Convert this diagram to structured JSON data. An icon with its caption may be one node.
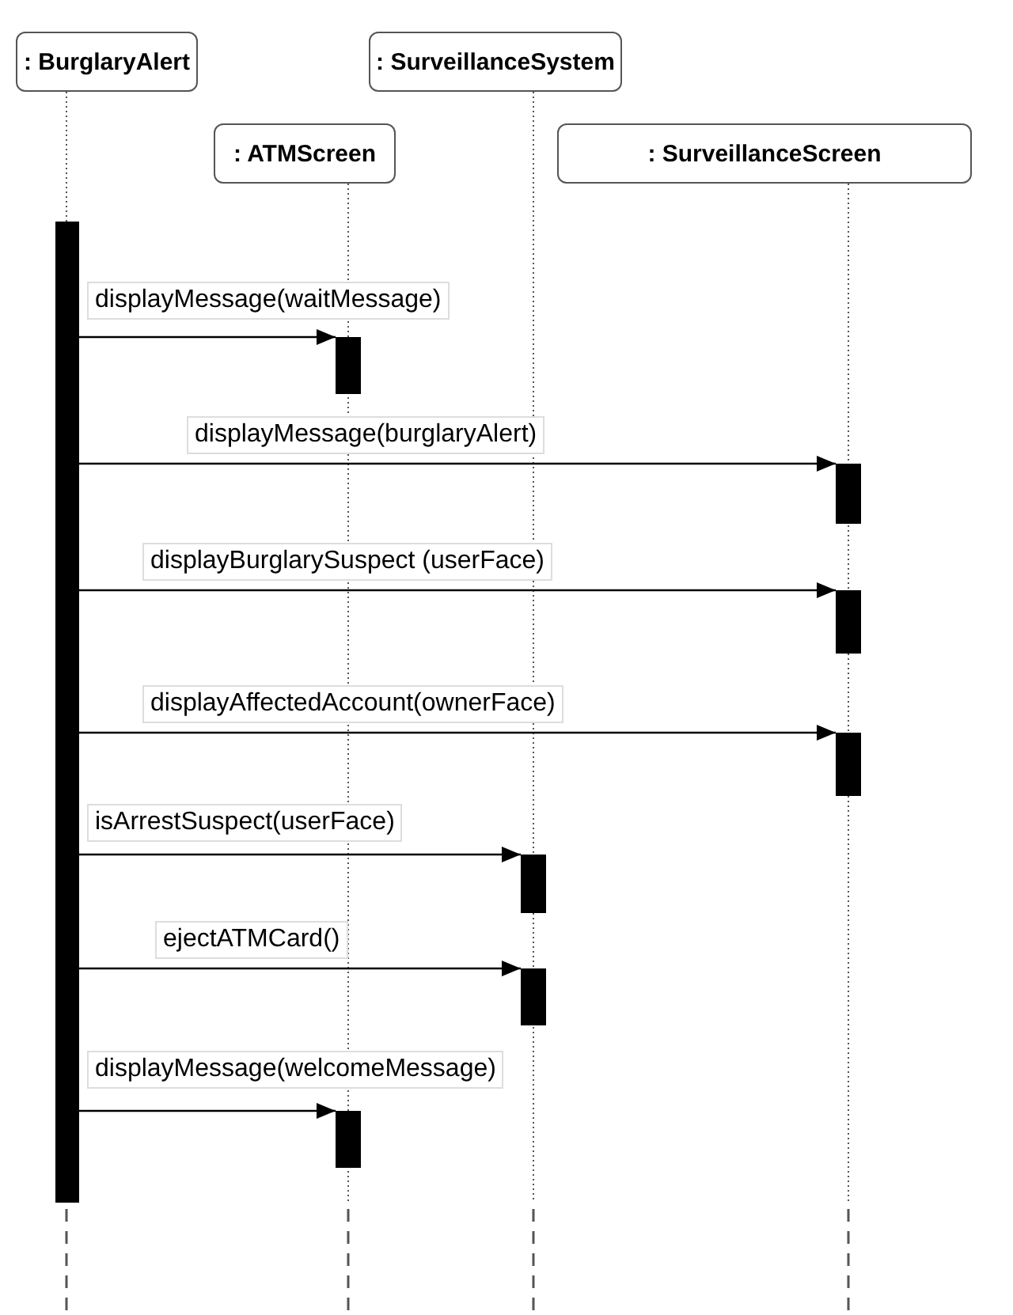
{
  "diagram": {
    "nodes": [
      {
        "text": [
          ": BurglaryAlert"
        ]
      },
      {
        "text": [
          ": SurveillanceSystem"
        ]
      },
      {
        "text": [
          ": ATMScreen"
        ]
      },
      {
        "text": [
          ": SurveillanceScreen"
        ]
      },
      {
        "text": [],
        "shape": "bar"
      },
      {
        "text": [],
        "shape": "bar"
      },
      {
        "text": [],
        "shape": "bar"
      },
      {
        "text": [],
        "shape": "bar"
      },
      {
        "text": [],
        "shape": "bar"
      },
      {
        "text": [],
        "shape": "bar"
      },
      {
        "text": [],
        "shape": "bar"
      },
      {
        "text": [],
        "shape": "bar"
      }
    ],
    "edges": [
      {
        "from": 0,
        "to": 4,
        "arrow": "none",
        "style": "dashed"
      },
      {
        "from": 4,
        "to": 5,
        "arrow": "to",
        "label": "displayMessage(waitMessage)"
      },
      {
        "from": 4,
        "to": 6,
        "arrow": "to",
        "label": "displayMessage(burglaryAlert)"
      },
      {
        "from": 4,
        "to": 7,
        "arrow": "to",
        "label": "displayBurglarySuspect (userFace)"
      },
      {
        "from": 4,
        "to": 8,
        "arrow": "to",
        "label": "displayAffectedAccount(ownerFace)"
      },
      {
        "from": 4,
        "to": 9,
        "arrow": "to",
        "label": "isArrestSuspect(userFace)"
      },
      {
        "from": 4,
        "to": 10,
        "arrow": "to",
        "label": "ejectATMCard()"
      },
      {
        "from": 4,
        "to": 11,
        "arrow": "to",
        "label": "displayMessage(welcomeMessage)"
      }
    ]
  }
}
